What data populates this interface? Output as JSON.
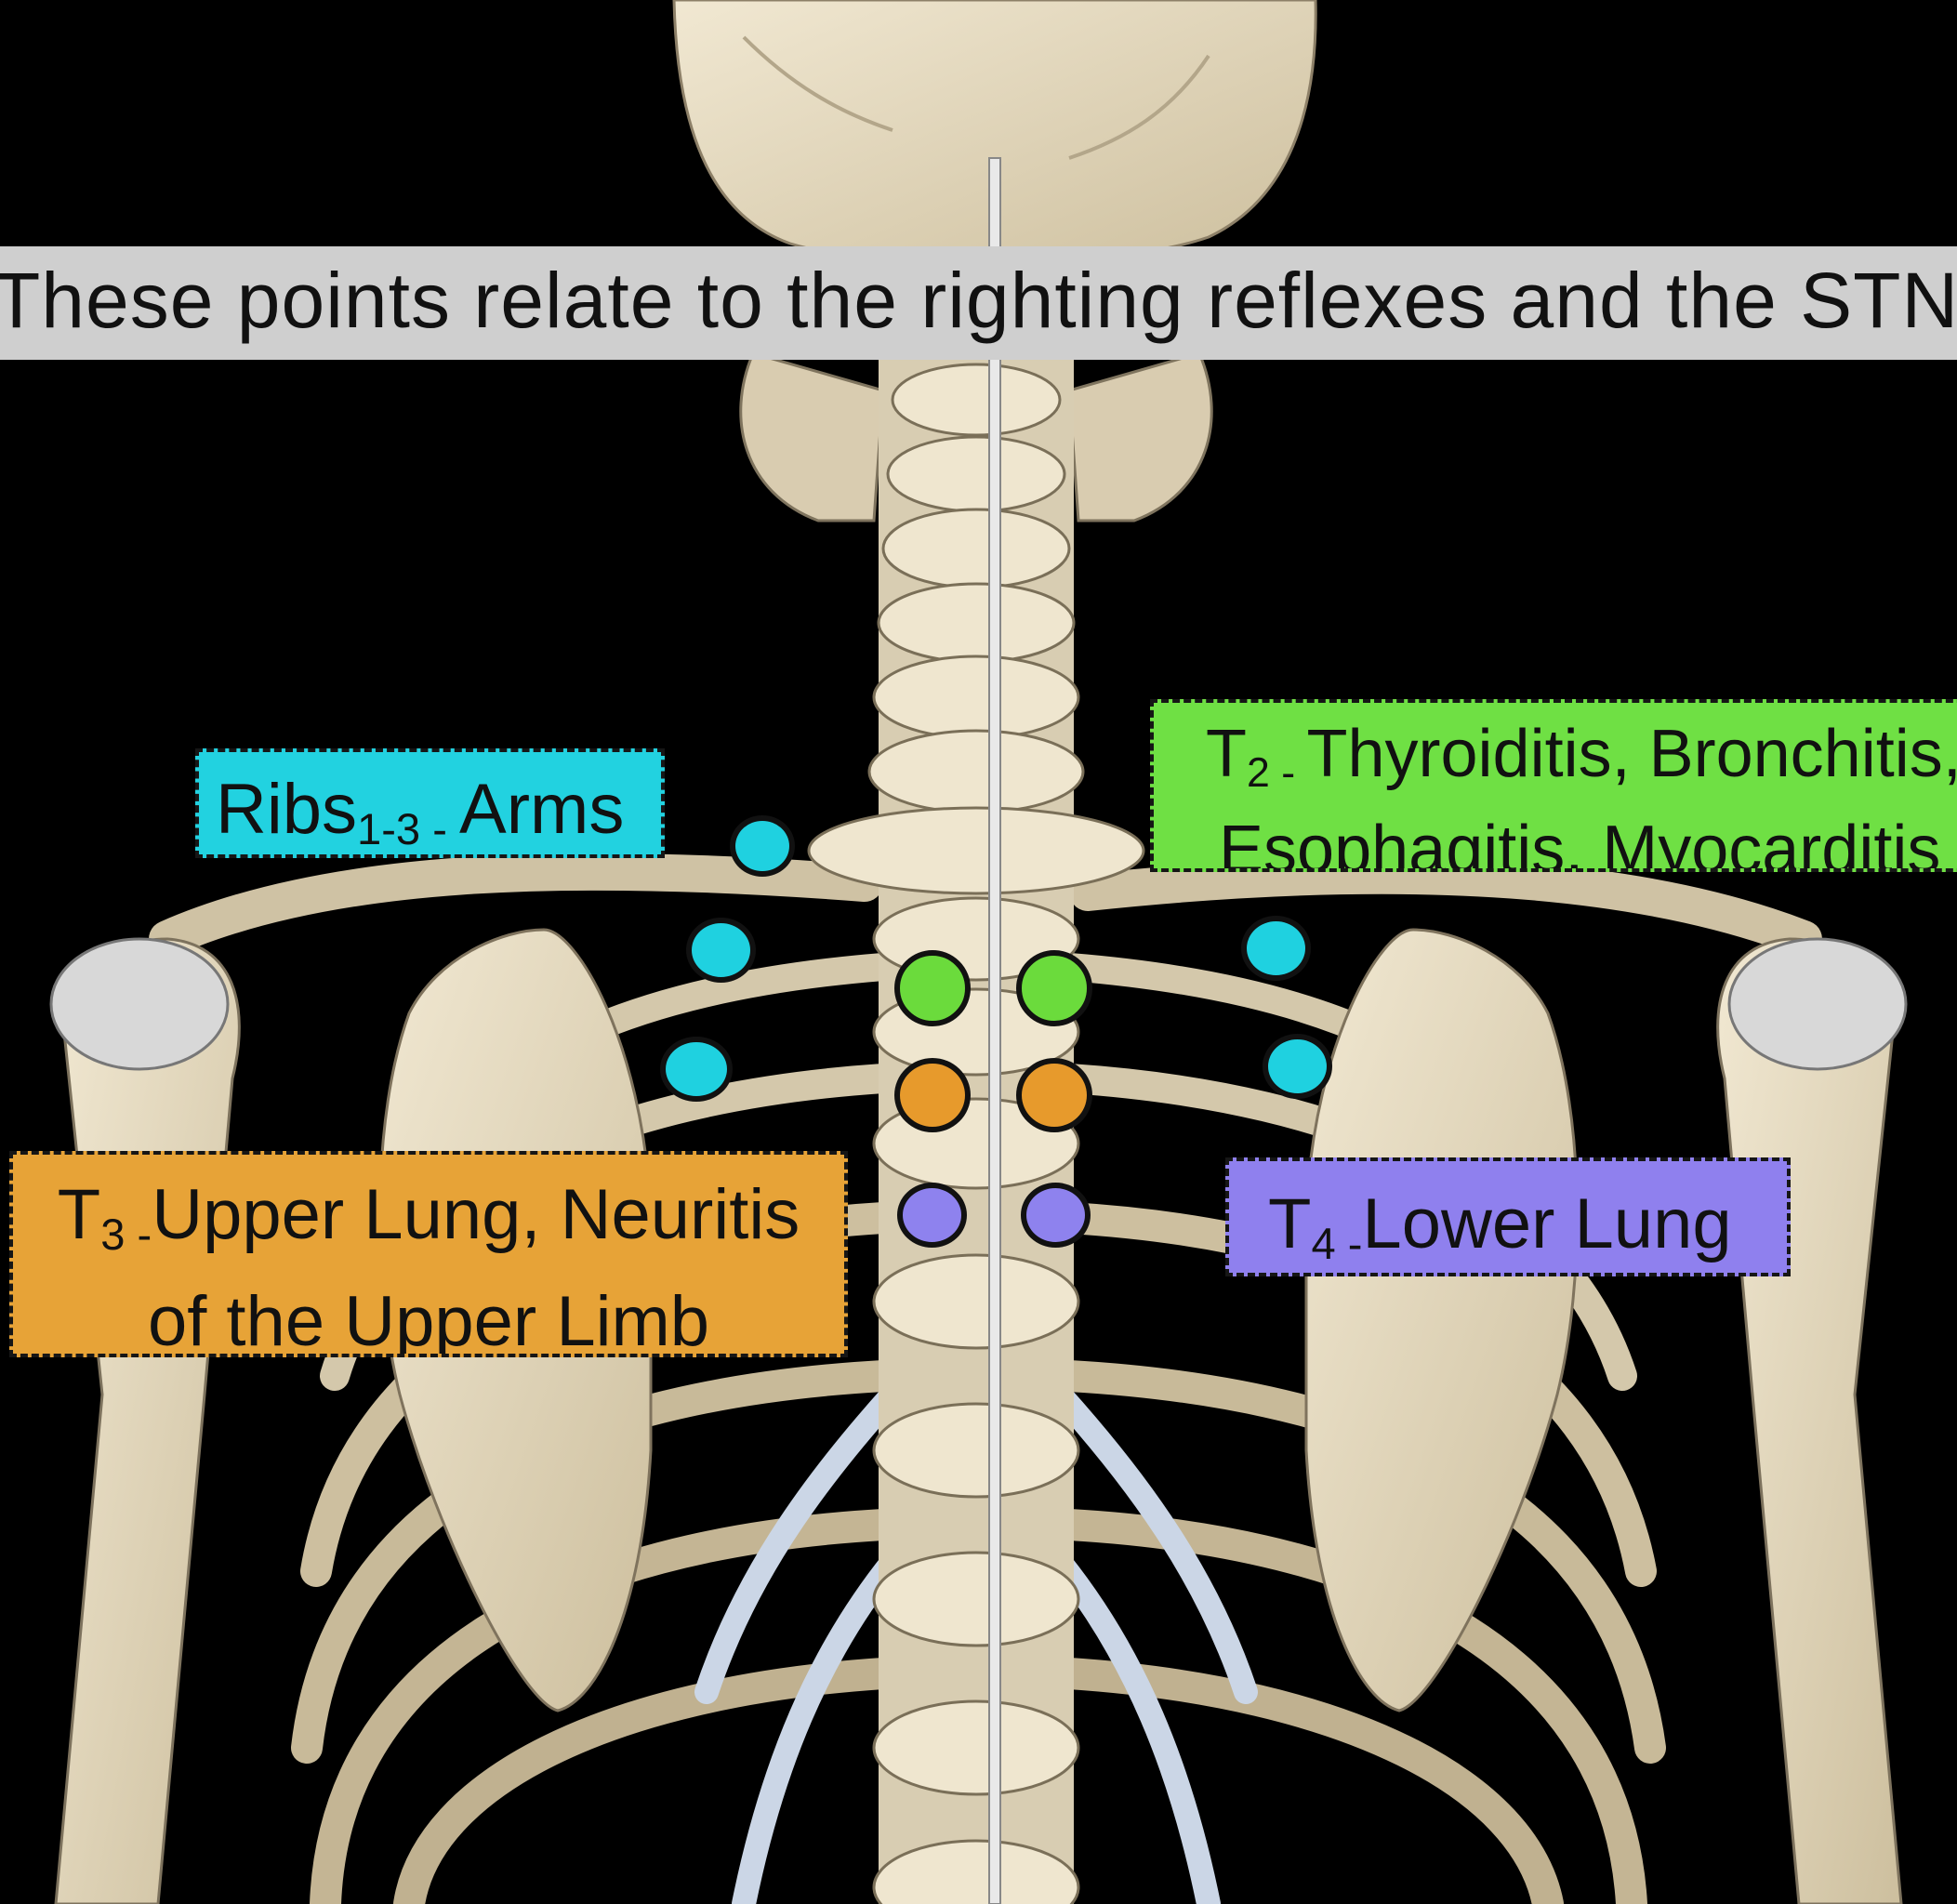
{
  "banner": {
    "text": "These points relate to the righting reflexes and the STNR"
  },
  "labels": {
    "ribs": {
      "main": "Ribs",
      "sub": "1-3",
      "dash": " - ",
      "rest": "Arms"
    },
    "t2": {
      "main": "T",
      "sub": "2",
      "dash": " - ",
      "line1": "Thyroiditis, Bronchitis,",
      "line2": "Esophagitis, Myocarditis"
    },
    "t3": {
      "main": "T",
      "sub": "3",
      "dash": " -",
      "line1": "Upper Lung, Neuritis",
      "line2": "of the Upper Limb"
    },
    "t4": {
      "main": "T",
      "sub": "4",
      "dash": " -",
      "rest": "Lower Lung"
    }
  },
  "colors": {
    "ribs": "#22d2e0",
    "t2": "#6fe044",
    "t3": "#e7a337",
    "t4": "#8f80ee",
    "bone": "#e6dcc3",
    "background": "#000000"
  },
  "point_groups": [
    "ribs-1-3",
    "t2",
    "t3",
    "t4"
  ]
}
